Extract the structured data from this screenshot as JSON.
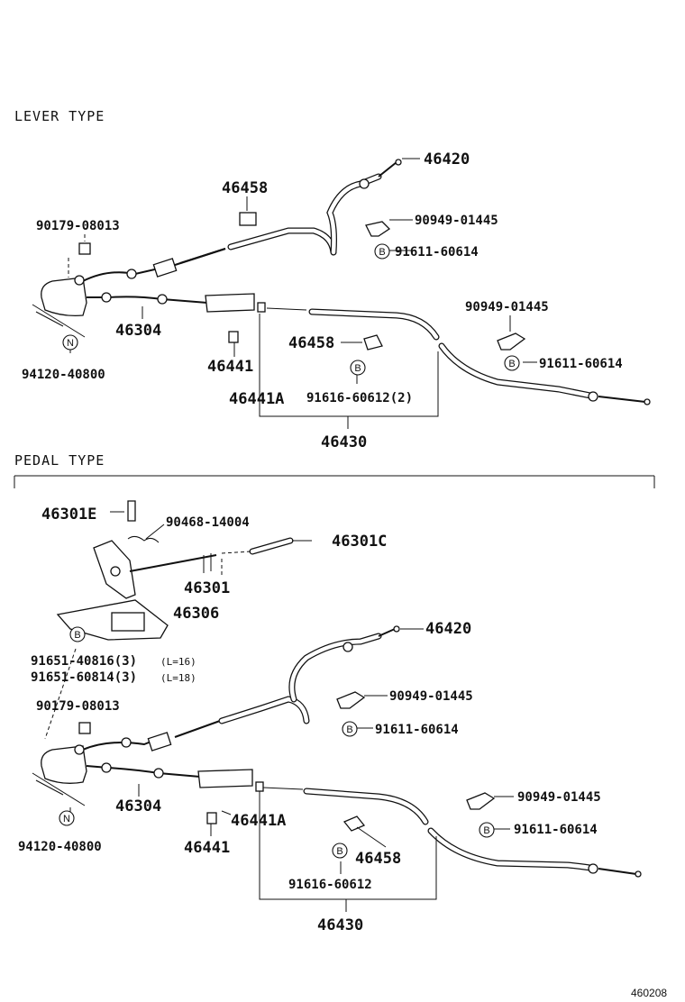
{
  "sections": {
    "lever": "LEVER TYPE",
    "pedal": "PEDAL TYPE"
  },
  "lever": {
    "p46420": "46420",
    "p46458_top": "46458",
    "p90179": "90179-08013",
    "p90949_a": "90949-01445",
    "p91611_a": "91611-60614",
    "p90949_b": "90949-01445",
    "p91611_b": "91611-60614",
    "p46304": "46304",
    "p46458_mid": "46458",
    "p94120": "94120-40800",
    "p46441": "46441",
    "p46441A": "46441A",
    "p91616": "91616-60612(2)",
    "p46430": "46430"
  },
  "pedal": {
    "p46301E": "46301E",
    "p90468": "90468-14004",
    "p46301C": "46301C",
    "p46301": "46301",
    "p46306": "46306",
    "p91651_a": "91651-40816(3)",
    "p91651_a_note": "(L=16)",
    "p91651_b": "91651-60814(3)",
    "p91651_b_note": "(L=18)",
    "p46420": "46420",
    "p90179": "90179-08013",
    "p90949_a": "90949-01445",
    "p91611_a": "91611-60614",
    "p46304": "46304",
    "p46441A": "46441A",
    "p90949_b": "90949-01445",
    "p91611_b": "91611-60614",
    "p94120": "94120-40800",
    "p46441": "46441",
    "p46458": "46458",
    "p91616": "91616-60612",
    "p46430": "46430"
  },
  "markers": {
    "b": "B",
    "n": "N"
  },
  "footer": {
    "code": "460208"
  }
}
